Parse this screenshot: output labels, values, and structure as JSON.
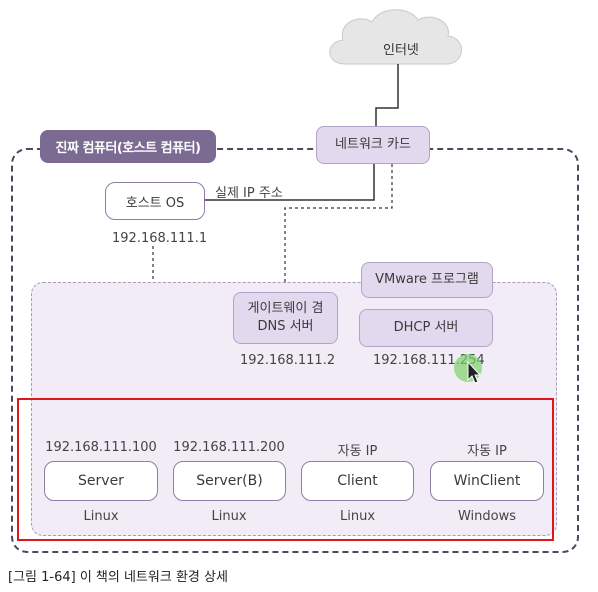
{
  "cloud": {
    "label": "인터넷"
  },
  "host": {
    "title": "진짜 컴퓨터(호스트 컴퓨터)"
  },
  "nic": {
    "label": "네트워크 카드"
  },
  "host_os": {
    "label": "호스트 OS",
    "ip": "192.168.111.1",
    "real_ip_label": "실제 IP 주소"
  },
  "vmware": {
    "label": "VMware 프로그램"
  },
  "gateway": {
    "line1": "게이트웨이 겸",
    "line2": "DNS 서버",
    "ip": "192.168.111.2"
  },
  "dhcp": {
    "label": "DHCP 서버",
    "ip": "192.168.111.254"
  },
  "machines": [
    {
      "name": "Server",
      "ip": "192.168.111.100",
      "os": "Linux"
    },
    {
      "name": "Server(B)",
      "ip": "192.168.111.200",
      "os": "Linux"
    },
    {
      "name": "Client",
      "ip": "자동 IP",
      "os": "Linux"
    },
    {
      "name": "WinClient",
      "ip": "자동 IP",
      "os": "Windows"
    }
  ],
  "caption": "[그림 1-64] 이 책의 네트워크 환경 상세",
  "colors": {
    "badge": "#7b6a92",
    "box_fill": "#e3d9ee",
    "highlight": "#e0161d",
    "cursor_halo": "#7cd36a"
  }
}
